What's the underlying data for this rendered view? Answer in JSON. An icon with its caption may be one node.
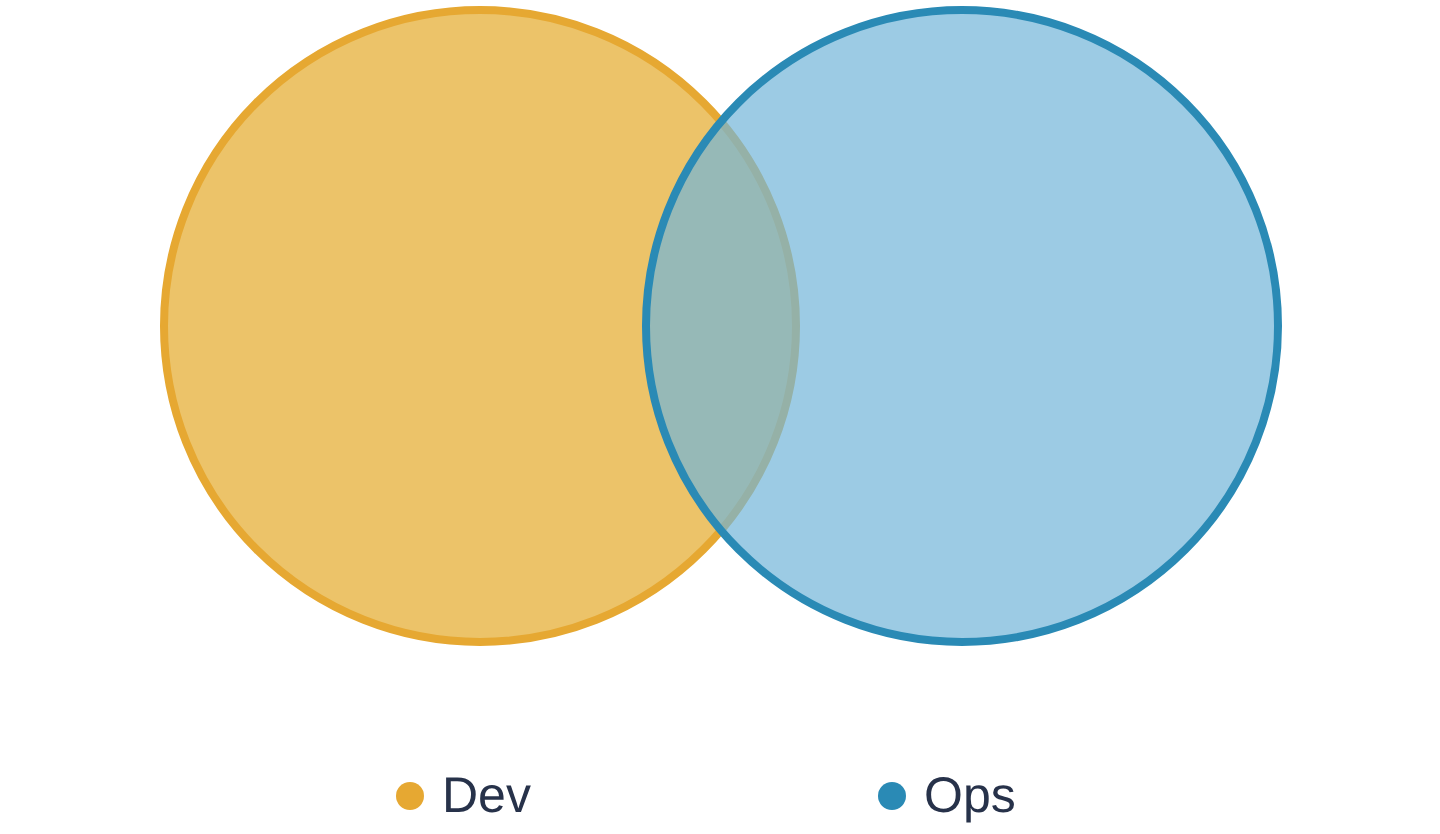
{
  "diagram": {
    "nodes": [
      {
        "text": [],
        "shape": "circle"
      },
      {
        "text": [],
        "shape": "circle"
      }
    ],
    "legend": [
      {
        "text": "Dev",
        "color": "#e6a832"
      },
      {
        "text": "Ops",
        "color": "#2a8ab5"
      }
    ]
  }
}
